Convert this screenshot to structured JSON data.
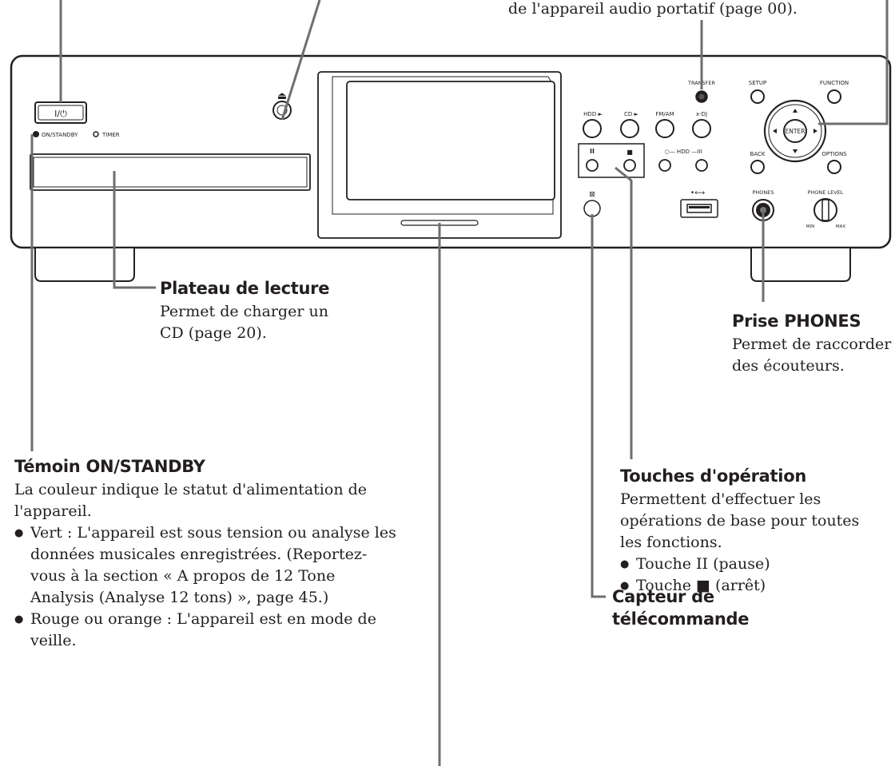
{
  "top_fragment": "de l'appareil audio portatif (page 00).",
  "panel": {
    "power_label": "I/⏻",
    "on_standby": "ON/STANDBY",
    "timer": "TIMER",
    "eject": "⏏",
    "transfer": "TRANSFER",
    "setup": "SETUP",
    "function": "FUNCTION",
    "back": "BACK",
    "options": "OPTIONS",
    "enter": "ENTER",
    "hdd_play": "HDD ►",
    "cd_play": "CD ►",
    "fm_am": "FM/AM",
    "xdj": "x-DJ",
    "pause_sym": "II",
    "stop_sym": "■",
    "hdd_select": "○— HDD —III",
    "usb": "•⟷",
    "phones": "PHONES",
    "phone_level": "PHONE LEVEL",
    "min": "MIN",
    "max": "MAX",
    "remote_sym": "⊠"
  },
  "callouts": {
    "plateau": {
      "title": "Plateau de lecture",
      "body": "Permet de charger un CD (page 20)."
    },
    "phones": {
      "title": "Prise PHONES",
      "body": "Permet de raccorder des écouteurs."
    },
    "temoin": {
      "title": "Témoin ON/STANDBY",
      "body": "La couleur indique le statut d'alimentation de l'appareil.",
      "items": [
        "Vert : L'appareil est sous tension ou analyse les données musicales enregistrées. (Reportez-vous à la section « A propos de 12 Tone Analysis (Analyse 12 tons) », page 45.)",
        "Rouge ou orange : L'appareil est en mode de veille."
      ]
    },
    "touches": {
      "title": "Touches d'opération",
      "body": "Permettent d'effectuer les opérations de base pour toutes les fonctions.",
      "items": [
        "Touche II (pause)",
        "Touche ■ (arrêt)"
      ]
    },
    "capteur": {
      "title": "Capteur de télécommande"
    }
  }
}
